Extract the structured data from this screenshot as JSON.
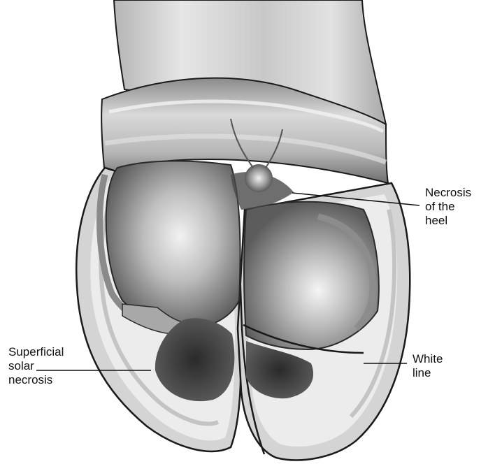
{
  "labels": {
    "necrosis_heel": [
      "Necrosis",
      "of the",
      "heel"
    ],
    "superficial_solar_necrosis": [
      "Superficial",
      "solar",
      "necrosis"
    ],
    "white_line": [
      "White",
      "line"
    ]
  },
  "colors": {
    "outline": "#1a1a1a",
    "claw_sole": "#e9e9e9",
    "claw_horn": "#d2d2d2",
    "skin": "#cfcfcf",
    "heel": "#9a9a9a",
    "necrosis": "#3c3c3c"
  }
}
